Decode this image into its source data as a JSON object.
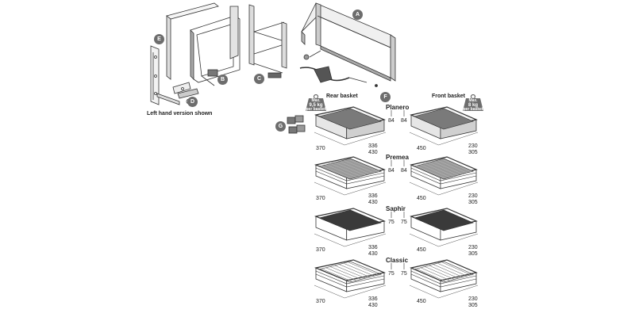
{
  "caption": "Left hand version shown",
  "labels": {
    "rear": "Rear basket",
    "front": "Front basket"
  },
  "parts": [
    {
      "id": "A"
    },
    {
      "id": "B"
    },
    {
      "id": "C"
    },
    {
      "id": "D"
    },
    {
      "id": "E"
    },
    {
      "id": "F"
    },
    {
      "id": "G"
    }
  ],
  "weights": {
    "rear": {
      "l1": "Max.",
      "l2": "9,5 kg",
      "l3": "per basket"
    },
    "front": {
      "l1": "Max.",
      "l2": "8 kg",
      "l3": "per basket"
    }
  },
  "series": [
    {
      "name": "Planero",
      "height": "84",
      "rear_width": "370",
      "rear_depth": "336\n430",
      "front_width": "450",
      "front_depth": "230\n305"
    },
    {
      "name": "Premea",
      "height": "84",
      "rear_width": "370",
      "rear_depth": "336\n430",
      "front_width": "450",
      "front_depth": "230\n305"
    },
    {
      "name": "Saphir",
      "height": "75",
      "rear_width": "370",
      "rear_depth": "336\n430",
      "front_width": "450",
      "front_depth": "230\n305"
    },
    {
      "name": "Classic",
      "height": "75",
      "rear_width": "370",
      "rear_depth": "336\n430",
      "front_width": "450",
      "front_depth": "230\n305"
    }
  ],
  "colors": {
    "badge": "#6d6d6d",
    "line": "#333333",
    "fill_light": "#e8e8e8",
    "fill_mid": "#bdbdbd",
    "dark": "#3a3a3a"
  }
}
